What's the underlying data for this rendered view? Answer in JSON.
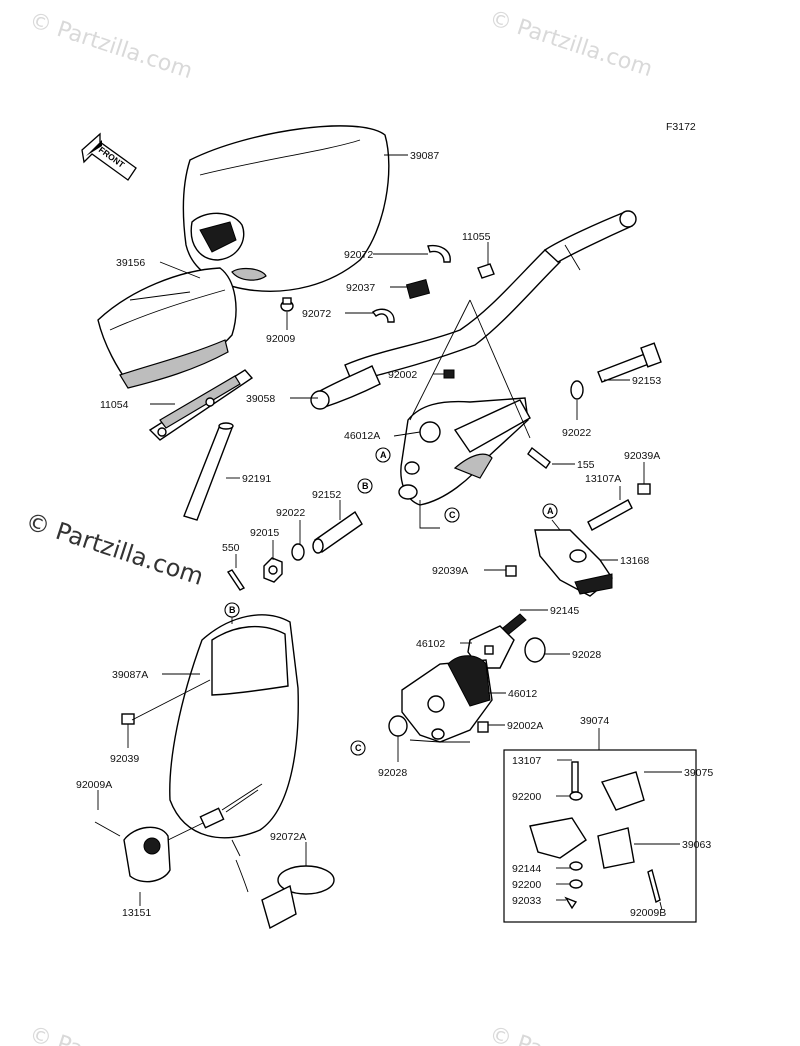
{
  "figure_code": "F3172",
  "watermarks": {
    "top_left": "© Partzilla.com",
    "top_right": "© Partzilla.com",
    "center": "© Partzilla.com",
    "bottom_left": "© Pa",
    "bottom_right": "© Pa"
  },
  "front_label": "FRONT",
  "callouts": {
    "A": "A",
    "B": "B",
    "C": "C"
  },
  "parts": {
    "p39087": "39087",
    "p39156": "39156",
    "p92009": "92009",
    "p11054": "11054",
    "p92191": "92191",
    "p92072_top": "92072",
    "p11055": "11055",
    "p92037": "92037",
    "p92072_mid": "92072",
    "p92002": "92002",
    "p39058": "39058",
    "p92153": "92153",
    "p92022_right": "92022",
    "p46012A": "46012A",
    "p155": "155",
    "p92039A_top": "92039A",
    "p13107A": "13107A",
    "p92152": "92152",
    "p92022_left": "92022",
    "p92015": "92015",
    "p550": "550",
    "p13168": "13168",
    "p92039A_mid": "92039A",
    "p92145": "92145",
    "p46102": "46102",
    "p92028_right": "92028",
    "p46012": "46012",
    "p92002A": "92002A",
    "p92028_bottom": "92028",
    "p39087A": "39087A",
    "p92039": "92039",
    "p92009A": "92009A",
    "p92072A": "92072A",
    "p13151": "13151",
    "p39074": "39074",
    "p13107": "13107",
    "p39075": "39075",
    "p92200_top": "92200",
    "p39063": "39063",
    "p92144": "92144",
    "p92200_bottom": "92200",
    "p92033": "92033",
    "p92009B": "92009B"
  }
}
